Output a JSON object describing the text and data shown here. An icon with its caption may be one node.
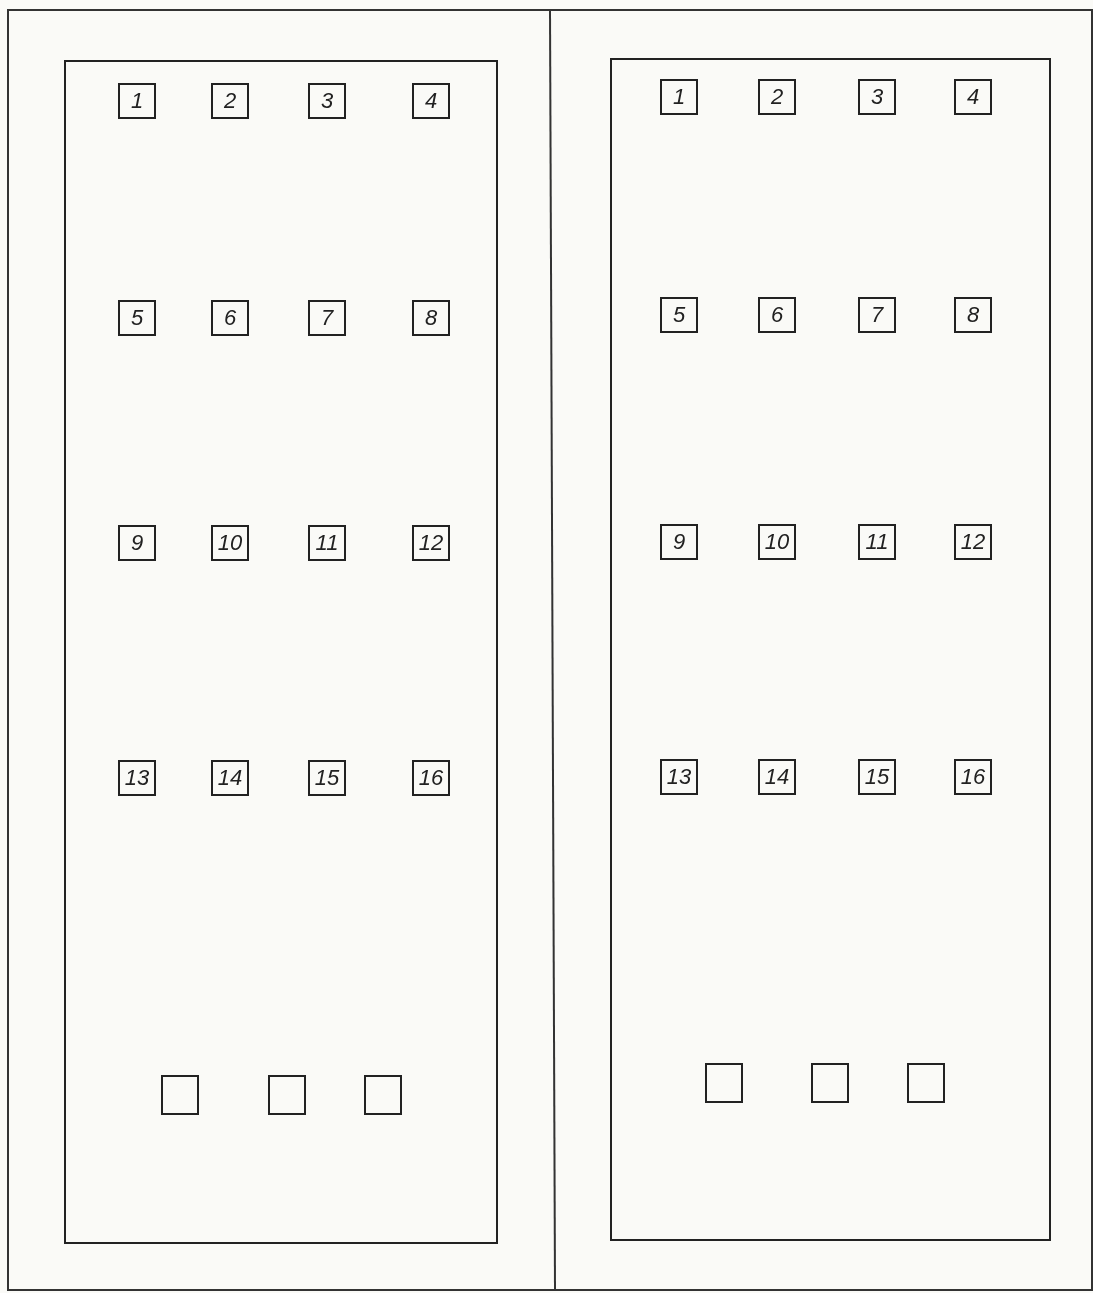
{
  "diagram": {
    "nodes": [
      {
        "text": [],
        "shape": "box"
      },
      {
        "text": [
          "1"
        ],
        "in": 0
      },
      {
        "text": [
          "2"
        ],
        "in": 0
      },
      {
        "text": [
          "3"
        ],
        "in": 0
      },
      {
        "text": [
          "4"
        ],
        "in": 0
      },
      {
        "text": [
          "5"
        ],
        "in": 0
      },
      {
        "text": [
          "6"
        ],
        "in": 0
      },
      {
        "text": [
          "7"
        ],
        "in": 0
      },
      {
        "text": [
          "8"
        ],
        "in": 0
      },
      {
        "text": [
          "9"
        ],
        "in": 0
      },
      {
        "text": [
          "10"
        ],
        "in": 0
      },
      {
        "text": [
          "11"
        ],
        "in": 0
      },
      {
        "text": [
          "12"
        ],
        "in": 0
      },
      {
        "text": [
          "13"
        ],
        "in": 0
      },
      {
        "text": [
          "14"
        ],
        "in": 0
      },
      {
        "text": [
          "15"
        ],
        "in": 0
      },
      {
        "text": [
          "16"
        ],
        "in": 0
      },
      {
        "text": [],
        "shape": "box",
        "in": 0
      },
      {
        "text": [],
        "shape": "box",
        "in": 0
      },
      {
        "text": [],
        "shape": "box",
        "in": 0
      },
      {
        "text": [],
        "shape": "box"
      },
      {
        "text": [
          "1"
        ],
        "in": 20
      },
      {
        "text": [
          "2"
        ],
        "in": 20
      },
      {
        "text": [
          "3"
        ],
        "in": 20
      },
      {
        "text": [
          "4"
        ],
        "in": 20
      },
      {
        "text": [
          "5"
        ],
        "in": 20
      },
      {
        "text": [
          "6"
        ],
        "in": 20
      },
      {
        "text": [
          "7"
        ],
        "in": 20
      },
      {
        "text": [
          "8"
        ],
        "in": 20
      },
      {
        "text": [
          "9"
        ],
        "in": 20
      },
      {
        "text": [
          "10"
        ],
        "in": 20
      },
      {
        "text": [
          "11"
        ],
        "in": 20
      },
      {
        "text": [
          "12"
        ],
        "in": 20
      },
      {
        "text": [
          "13"
        ],
        "in": 20
      },
      {
        "text": [
          "14"
        ],
        "in": 20
      },
      {
        "text": [
          "15"
        ],
        "in": 20
      },
      {
        "text": [
          "16"
        ],
        "in": 20
      },
      {
        "text": [],
        "shape": "box",
        "in": 20
      },
      {
        "text": [],
        "shape": "box",
        "in": 20
      },
      {
        "text": [],
        "shape": "box",
        "in": 20
      }
    ]
  }
}
